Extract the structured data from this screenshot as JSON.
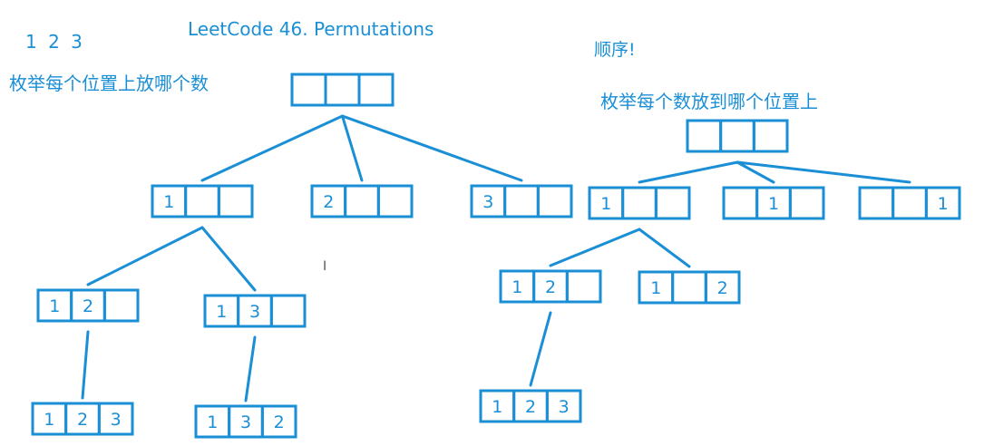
{
  "title": "LeetCode 46. Permutations",
  "left_input": "1 2 3",
  "left_caption": "枚举每个位置上放哪个数",
  "right_note": "顺序!",
  "right_caption": "枚举每个数放到哪个位置上",
  "colors": {
    "ink": "#1a8fd6"
  },
  "cursor": "I",
  "nodes": [
    {
      "id": "l-root",
      "cells": [
        "",
        "",
        ""
      ]
    },
    {
      "id": "l-1",
      "cells": [
        "1",
        "",
        ""
      ]
    },
    {
      "id": "l-2",
      "cells": [
        "2",
        "",
        ""
      ]
    },
    {
      "id": "l-3",
      "cells": [
        "3",
        "",
        ""
      ]
    },
    {
      "id": "l-12",
      "cells": [
        "1",
        "2",
        ""
      ]
    },
    {
      "id": "l-13",
      "cells": [
        "1",
        "3",
        ""
      ]
    },
    {
      "id": "l-123",
      "cells": [
        "1",
        "2",
        "3"
      ]
    },
    {
      "id": "l-132",
      "cells": [
        "1",
        "3",
        "2"
      ]
    },
    {
      "id": "r-root",
      "cells": [
        "",
        "",
        ""
      ]
    },
    {
      "id": "r-1a",
      "cells": [
        "1",
        "",
        ""
      ]
    },
    {
      "id": "r-1b",
      "cells": [
        "",
        "1",
        ""
      ]
    },
    {
      "id": "r-1c",
      "cells": [
        "",
        "",
        "1"
      ]
    },
    {
      "id": "r-12a",
      "cells": [
        "1",
        "2",
        ""
      ]
    },
    {
      "id": "r-12b",
      "cells": [
        "1",
        "",
        "2"
      ]
    },
    {
      "id": "r-123",
      "cells": [
        "1",
        "2",
        "3"
      ]
    }
  ],
  "edges": [
    [
      "l-root",
      "l-1"
    ],
    [
      "l-root",
      "l-2"
    ],
    [
      "l-root",
      "l-3"
    ],
    [
      "l-1",
      "l-12"
    ],
    [
      "l-1",
      "l-13"
    ],
    [
      "l-12",
      "l-123"
    ],
    [
      "l-13",
      "l-132"
    ],
    [
      "r-root",
      "r-1a"
    ],
    [
      "r-root",
      "r-1b"
    ],
    [
      "r-root",
      "r-1c"
    ],
    [
      "r-1a",
      "r-12a"
    ],
    [
      "r-1a",
      "r-12b"
    ],
    [
      "r-12a",
      "r-123"
    ]
  ]
}
